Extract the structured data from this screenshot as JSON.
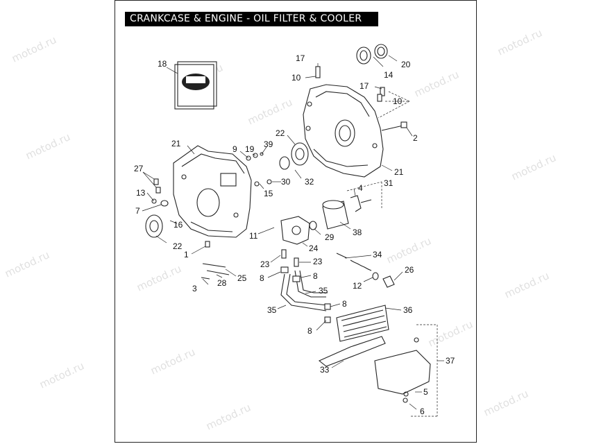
{
  "title": "CRANKCASE & ENGINE - OIL FILTER & COOLER",
  "watermark": "motod.ru",
  "callouts": {
    "c17a": "17",
    "c10a": "10",
    "c20": "20",
    "c14": "14",
    "c17b": "17",
    "c10b": "10",
    "c18": "18",
    "c2": "2",
    "c22a": "22",
    "c9": "9",
    "c19": "19",
    "c39": "39",
    "c21a": "21",
    "c21b": "21",
    "c27": "27",
    "c30": "30",
    "c32": "32",
    "c31": "31",
    "c4": "4",
    "c13": "13",
    "c15": "15",
    "c7": "7",
    "c16": "16",
    "c38": "38",
    "c11": "11",
    "c29": "29",
    "c24": "24",
    "c22b": "22",
    "c1": "1",
    "c34": "34",
    "c23a": "23",
    "c23b": "23",
    "c8a": "8",
    "c8b": "8",
    "c25": "25",
    "c28": "28",
    "c3": "3",
    "c26": "26",
    "c12": "12",
    "c35a": "35",
    "c35b": "35",
    "c8c": "8",
    "c36": "36",
    "c8d": "8",
    "c37": "37",
    "c33": "33",
    "c5": "5",
    "c6": "6"
  }
}
